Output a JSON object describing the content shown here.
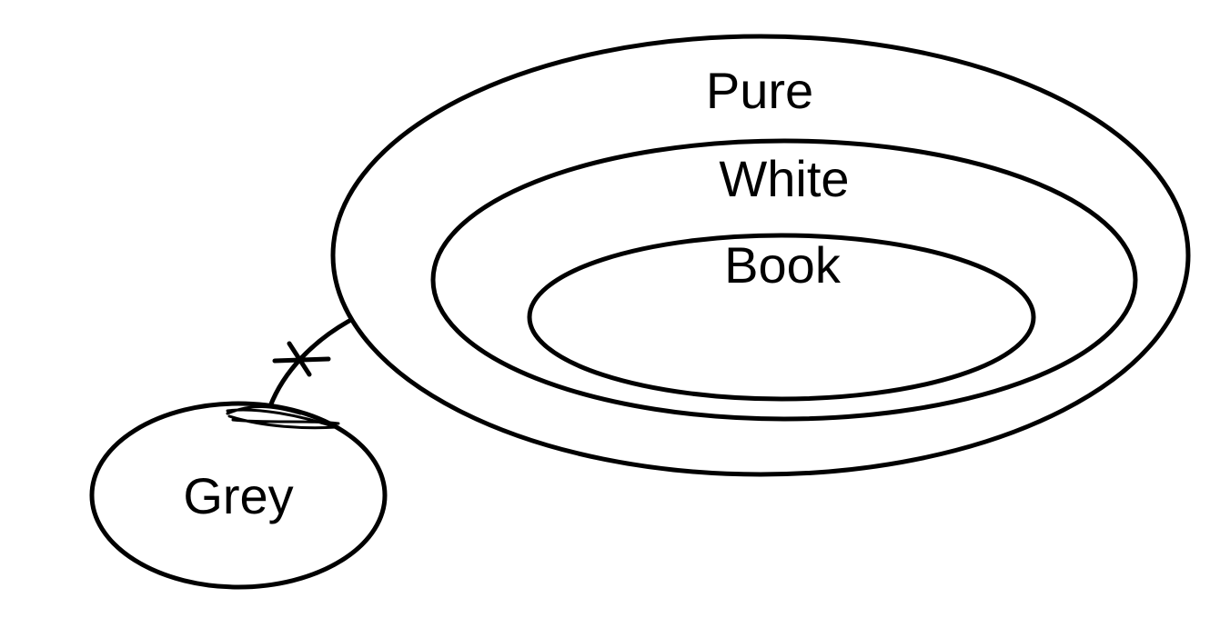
{
  "diagram": {
    "sets": {
      "outer": {
        "label": "Pure"
      },
      "middle": {
        "label": "White"
      },
      "inner": {
        "label": "Book"
      },
      "separate": {
        "label": "Grey"
      }
    },
    "connector": {
      "from": "separate",
      "to": "outer",
      "marker": "cross-icon"
    },
    "colors": {
      "stroke": "#000000",
      "background": "#ffffff"
    }
  }
}
